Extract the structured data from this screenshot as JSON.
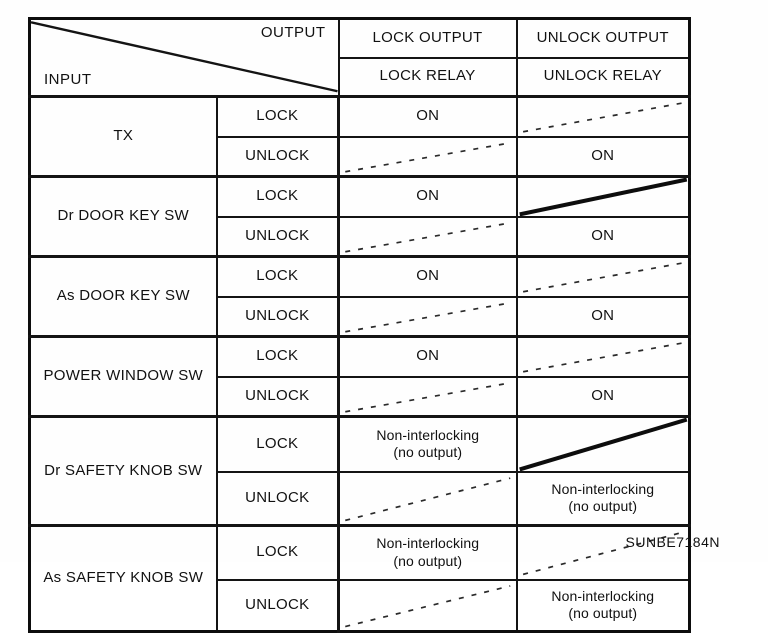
{
  "figure_label": "SUNBE7184N",
  "colors": {
    "ink": "#141414",
    "paper": "#ffffff"
  },
  "table": {
    "corner": {
      "output": "OUTPUT",
      "input": "INPUT"
    },
    "columns": [
      {
        "header": "LOCK OUTPUT",
        "subheader": "LOCK RELAY"
      },
      {
        "header": "UNLOCK OUTPUT",
        "subheader": "UNLOCK RELAY"
      }
    ],
    "groups": [
      {
        "input": "TX",
        "rows": [
          {
            "state": "LOCK",
            "lock": "ON",
            "lock_mark": null,
            "unlock": null,
            "unlock_mark": "dashed-diagonal"
          },
          {
            "state": "UNLOCK",
            "lock": null,
            "lock_mark": "dashed-diagonal",
            "unlock": "ON",
            "unlock_mark": null
          }
        ]
      },
      {
        "input": "Dr DOOR KEY SW",
        "rows": [
          {
            "state": "LOCK",
            "lock": "ON",
            "lock_mark": null,
            "unlock": null,
            "unlock_mark": "solid-diagonal"
          },
          {
            "state": "UNLOCK",
            "lock": null,
            "lock_mark": "dashed-diagonal",
            "unlock": "ON",
            "unlock_mark": null
          }
        ]
      },
      {
        "input": "As DOOR KEY SW",
        "rows": [
          {
            "state": "LOCK",
            "lock": "ON",
            "lock_mark": null,
            "unlock": null,
            "unlock_mark": "dashed-diagonal"
          },
          {
            "state": "UNLOCK",
            "lock": null,
            "lock_mark": "dashed-diagonal",
            "unlock": "ON",
            "unlock_mark": null
          }
        ]
      },
      {
        "input": "POWER WINDOW SW",
        "rows": [
          {
            "state": "LOCK",
            "lock": "ON",
            "lock_mark": null,
            "unlock": null,
            "unlock_mark": "dashed-diagonal"
          },
          {
            "state": "UNLOCK",
            "lock": null,
            "lock_mark": "dashed-diagonal",
            "unlock": "ON",
            "unlock_mark": null
          }
        ]
      },
      {
        "input": "Dr SAFETY KNOB SW",
        "rows": [
          {
            "state": "LOCK",
            "lock": "Non-interlocking\n(no output)",
            "lock_mark": null,
            "unlock": null,
            "unlock_mark": "solid-diagonal"
          },
          {
            "state": "UNLOCK",
            "lock": null,
            "lock_mark": "dashed-diagonal",
            "unlock": "Non-interlocking\n(no output)",
            "unlock_mark": null
          }
        ]
      },
      {
        "input": "As SAFETY KNOB SW",
        "rows": [
          {
            "state": "LOCK",
            "lock": "Non-interlocking\n(no output)",
            "lock_mark": null,
            "unlock": null,
            "unlock_mark": "dashed-diagonal"
          },
          {
            "state": "UNLOCK",
            "lock": null,
            "lock_mark": "dashed-diagonal",
            "unlock": "Non-interlocking\n(no output)",
            "unlock_mark": null
          }
        ]
      }
    ]
  }
}
